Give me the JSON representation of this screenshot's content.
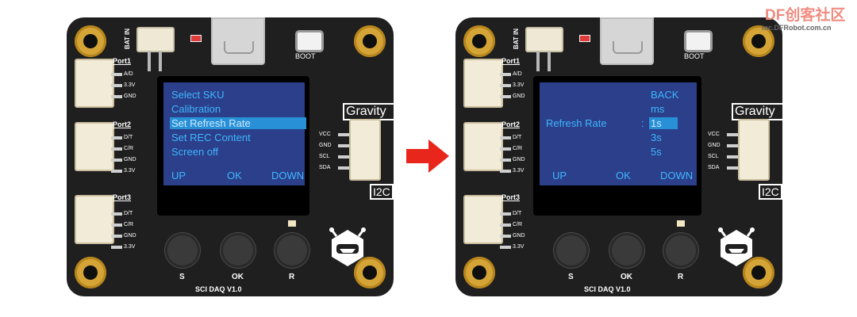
{
  "brand": {
    "name_latin": "DF",
    "name_cjk": "创客社区",
    "site": "mc.DFRobot.com.cn"
  },
  "colors": {
    "board": "#1f1f1f",
    "screen": "#2b3f8a",
    "menu_text": "#3fb6ff",
    "selection": "#2790d6",
    "arrow": "#e8261c",
    "gold": "#d4a437"
  },
  "board": {
    "bat_label": "BAT IN",
    "boot_label": "BOOT",
    "gravity_label": "Gravity",
    "i2c_label": "I2C",
    "model_label": "SCI DAQ V1.0",
    "ports": [
      {
        "title": "Port1",
        "pins": [
          "A/D",
          "3.3V",
          "GND"
        ]
      },
      {
        "title": "Port2",
        "pins": [
          "D/T",
          "C/R",
          "GND",
          "3.3V"
        ]
      },
      {
        "title": "Port3",
        "pins": [
          "D/T",
          "C/R",
          "GND",
          "3.3V"
        ]
      }
    ],
    "i2c_pins": [
      "VCC",
      "GND",
      "SCL",
      "SDA"
    ],
    "buttons": [
      "S",
      "OK",
      "R"
    ]
  },
  "left_screen": {
    "menu": [
      "Select SKU",
      "Calibration",
      "Set Refresh Rate",
      "Set REC Content",
      "Screen off"
    ],
    "selected_index": 2,
    "softkeys": [
      "UP",
      "OK",
      "DOWN"
    ]
  },
  "right_screen": {
    "label": "Refresh Rate",
    "separator": ":",
    "options": [
      "BACK",
      "ms",
      "1s",
      "3s",
      "5s"
    ],
    "selected_index": 2,
    "softkeys": [
      "UP",
      "OK",
      "DOWN"
    ]
  },
  "icons": {
    "transition": "right-arrow-icon",
    "mascot": "robot-icon",
    "mount_hole": "mount-hole-icon"
  }
}
